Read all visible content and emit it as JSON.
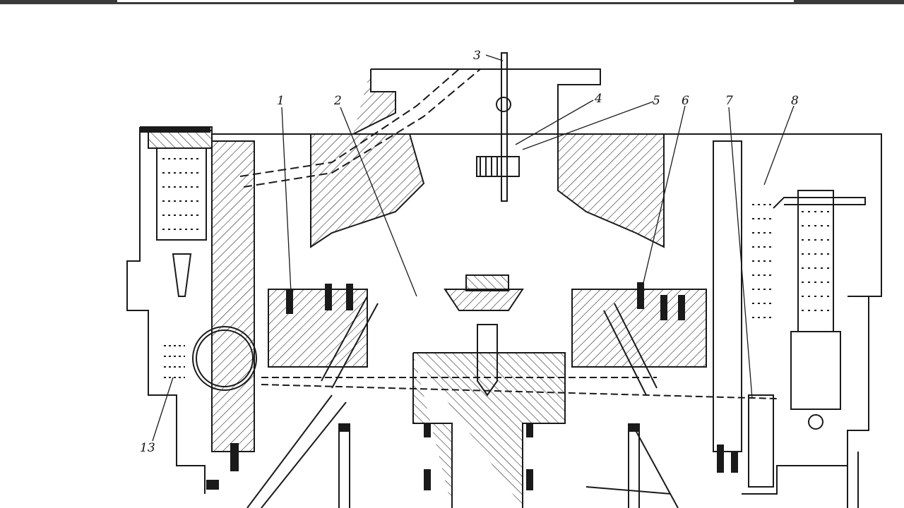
{
  "diagram": {
    "callouts": [
      "1",
      "2",
      "3",
      "4",
      "5",
      "6",
      "7",
      "8",
      "13"
    ],
    "colors": {
      "line": "#1a1a1a",
      "background": "#ffffff",
      "frame": "#3a3a3a"
    }
  }
}
